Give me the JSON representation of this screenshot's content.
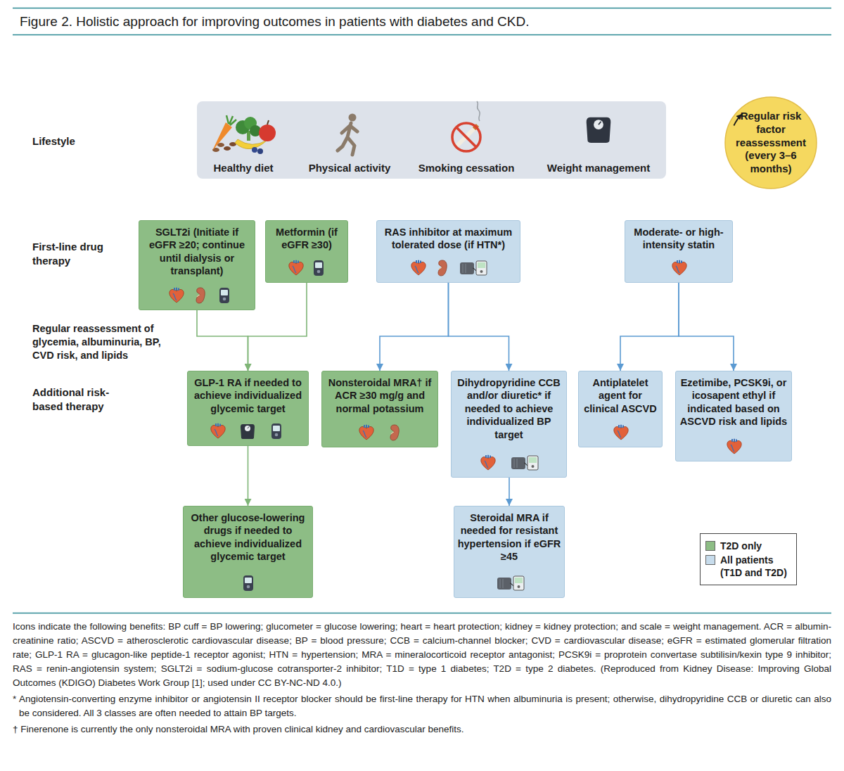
{
  "diagram": {
    "title": "Figure 2. Holistic approach for improving outcomes in patients with diabetes and CKD.",
    "caption": "Icons indicate the following benefits: BP cuff = BP lowering; glucometer = glucose lowering; heart = heart protection; kidney = kidney protection; and scale = weight management. ACR = albumin-creatinine ratio; ASCVD = atherosclerotic cardiovascular disease; BP = blood pressure; CCB = calcium-channel blocker; CVD = cardiovascular disease; eGFR = estimated glomerular filtration rate; GLP-1 RA = glucagon-like peptide-1 receptor agonist; HTN = hypertension; MRA = mineralocorticoid receptor antagonist; PCSK9i = proprotein convertase subtilisin/kexin type 9 inhibitor; RAS = renin-angiotensin system; SGLT2i = sodium-glucose cotransporter-2 inhibitor; T1D = type 1 diabetes; T2D = type 2 diabetes. (Reproduced from Kidney Disease: Improving Global Outcomes (KDIGO) Diabetes Work Group [1]; used under CC BY-NC-ND 4.0.)",
    "nodes": [
      {
        "text": [
          "Regular risk factor reassessment (every 3–6 months)"
        ]
      },
      {
        "text": [
          "SGLT2i (Initiate if eGFR ≥20; continue until dialysis or transplant)"
        ]
      },
      {
        "text": [
          "Metformin (if eGFR ≥30)"
        ]
      },
      {
        "text": [
          "RAS inhibitor at maximum tolerated dose (if HTN*)"
        ]
      },
      {
        "text": [
          "Moderate- or high-intensity statin"
        ]
      },
      {
        "text": [
          "GLP-1 RA if needed to achieve individualized glycemic target"
        ]
      },
      {
        "text": [
          "Nonsteroidal MRA† if ACR ≥30 mg/g and normal potassium"
        ]
      },
      {
        "text": [
          "Dihydropyridine CCB and/or diuretic* if needed to achieve individualized BP target"
        ]
      },
      {
        "text": [
          "Antiplatelet agent for clinical ASCVD"
        ]
      },
      {
        "text": [
          "Ezetimibe, PCSK9i, or icosapent ethyl if indicated based on ASCVD risk and lipids"
        ]
      },
      {
        "text": [
          "Other glucose-lowering drugs if needed to achieve individualized glycemic target"
        ]
      },
      {
        "text": [
          "Steroidal MRA if needed for resistant hypertension if eGFR ≥45"
        ]
      }
    ],
    "edges": [
      {
        "from": 1,
        "to": 5,
        "arrow": "to"
      },
      {
        "from": 2,
        "to": 5,
        "arrow": "to"
      },
      {
        "from": 5,
        "to": 10,
        "arrow": "to"
      },
      {
        "from": 3,
        "to": 6,
        "arrow": "to"
      },
      {
        "from": 3,
        "to": 7,
        "arrow": "to"
      },
      {
        "from": 7,
        "to": 11,
        "arrow": "to"
      },
      {
        "from": 4,
        "to": 8,
        "arrow": "to"
      },
      {
        "from": 4,
        "to": 9,
        "arrow": "to"
      }
    ],
    "labels": [
      "Lifestyle",
      "Healthy diet",
      "Physical activity",
      "Smoking cessation",
      "Weight management",
      "First-line drug therapy",
      "Regular reassessment of glycemia, albuminuria, BP, CVD risk, and lipids",
      "Additional risk-based therapy",
      "* Angiotensin-converting enzyme inhibitor or angiotensin II receptor blocker should be first-line therapy for HTN when albuminuria is present; otherwise, dihydropyridine CCB or diuretic can also be considered. All 3 classes are often needed to attain BP targets.",
      "† Finerenone is currently the only nonsteroidal MRA with proven clinical kidney and cardiovascular benefits."
    ],
    "legend": [
      {
        "text": "T2D only",
        "color": "#8dbd85"
      },
      {
        "text": "All patients (T1D and T2D)",
        "color": "#c7dcec"
      }
    ]
  }
}
